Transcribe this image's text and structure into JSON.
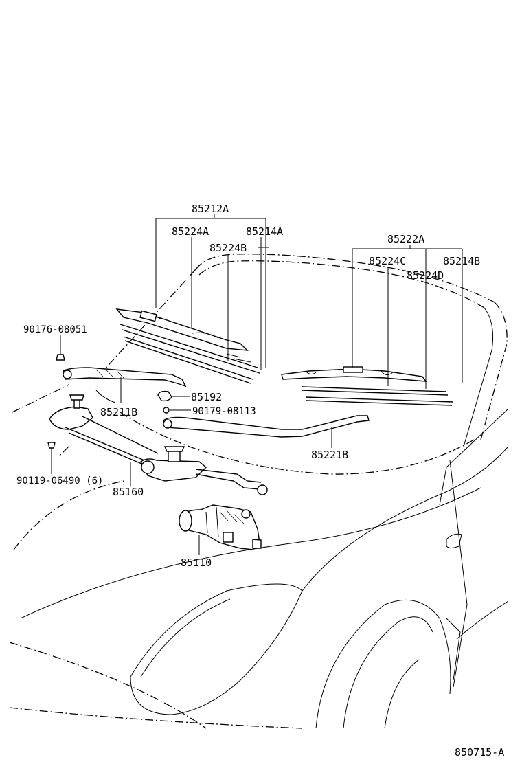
{
  "parts": {
    "p85212A": "85212A",
    "p85224A": "85224A",
    "p85214A_left": "85214A",
    "p85224B": "85224B",
    "p85222A": "85222A",
    "p85224C": "85224C",
    "p85214B": "85214B",
    "p85224D": "85224D",
    "p90176": "90176-08051",
    "p85192": "85192",
    "p90179": "90179-08113",
    "p85211B": "85211B",
    "p85221B": "85221B",
    "p90119": "90119-06490 (6)",
    "p85160": "85160",
    "p85110": "85110"
  },
  "diagram_code": "850715-A"
}
